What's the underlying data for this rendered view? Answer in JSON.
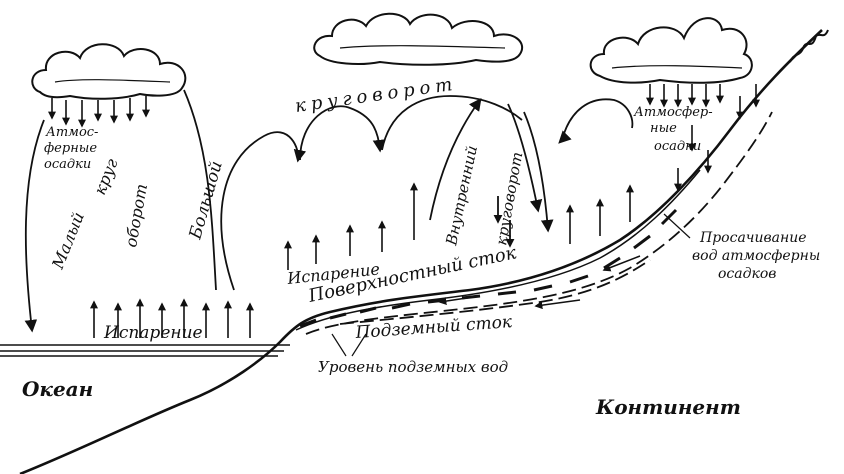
{
  "labels": {
    "ocean": "Океан",
    "continent": "Континент",
    "precip_left_1": "Атмос-",
    "precip_left_2": "ферные",
    "precip_left_3": "осадки",
    "precip_right_1": "Атмосфер-",
    "precip_right_2": "ные",
    "precip_right_3": "осадки",
    "small_cycle_1": "Малый",
    "small_cycle_2": "круг",
    "small_cycle_3": "оборот",
    "big_cycle_1": "Большой",
    "big_cycle_2": "круговорот",
    "inner_cycle_1": "Внутренний",
    "inner_cycle_2": "круговорот",
    "evaporation_ocean": "Испарение",
    "evaporation_land": "Испарение",
    "surface_runoff": "Поверхностный  сток",
    "underground_runoff": "Подземный   сток",
    "groundwater_level": "Уровень подземных вод",
    "seepage_1": "Просачивание",
    "seepage_2": "вод атмосферны",
    "seepage_3": "осадков"
  },
  "colors": {
    "ink": "#111111",
    "background": "#ffffff"
  }
}
